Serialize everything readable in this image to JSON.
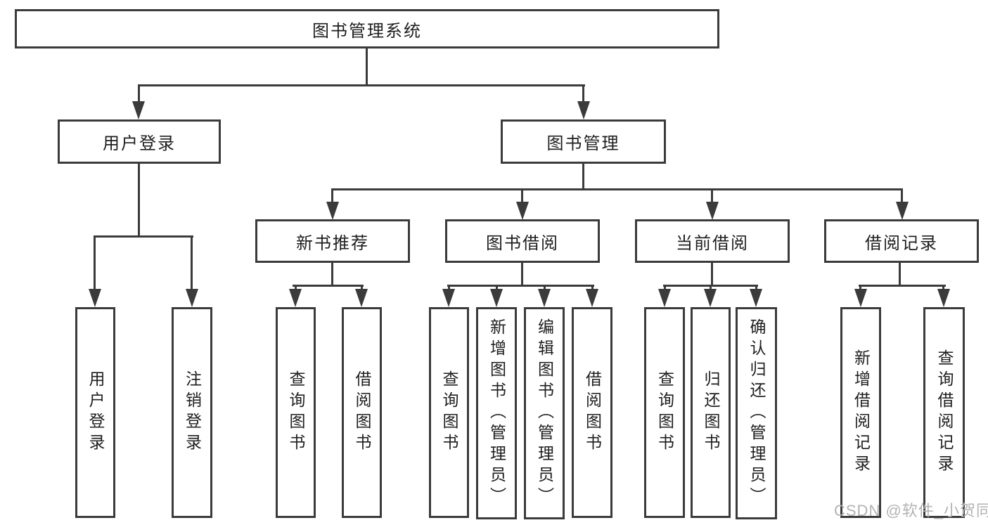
{
  "diagram": {
    "title": "图书管理系统",
    "level2": {
      "user_login": "用户登录",
      "book_mgmt": "图书管理"
    },
    "level3": {
      "new_books": "新书推荐",
      "borrow": "图书借阅",
      "current": "当前借阅",
      "records": "借阅记录"
    },
    "leaves": {
      "user_login": [
        "用户登录",
        "注销登录"
      ],
      "new_books": [
        "查询图书",
        "借阅图书"
      ],
      "borrow": [
        "查询图书",
        "新增图书（管理员）",
        "编辑图书（管理员）",
        "借阅图书"
      ],
      "current": [
        "查询图书",
        "归还图书",
        "确认归还（管理员）"
      ],
      "records": [
        "新增借阅记录",
        "查询借阅记录"
      ]
    },
    "watermark": "CSDN @软件_小贺同学",
    "colors": {
      "line": "#3b3b3b",
      "text": "#1e1e1e",
      "watermark": "#b3b3b3",
      "background": "#ffffff"
    }
  }
}
